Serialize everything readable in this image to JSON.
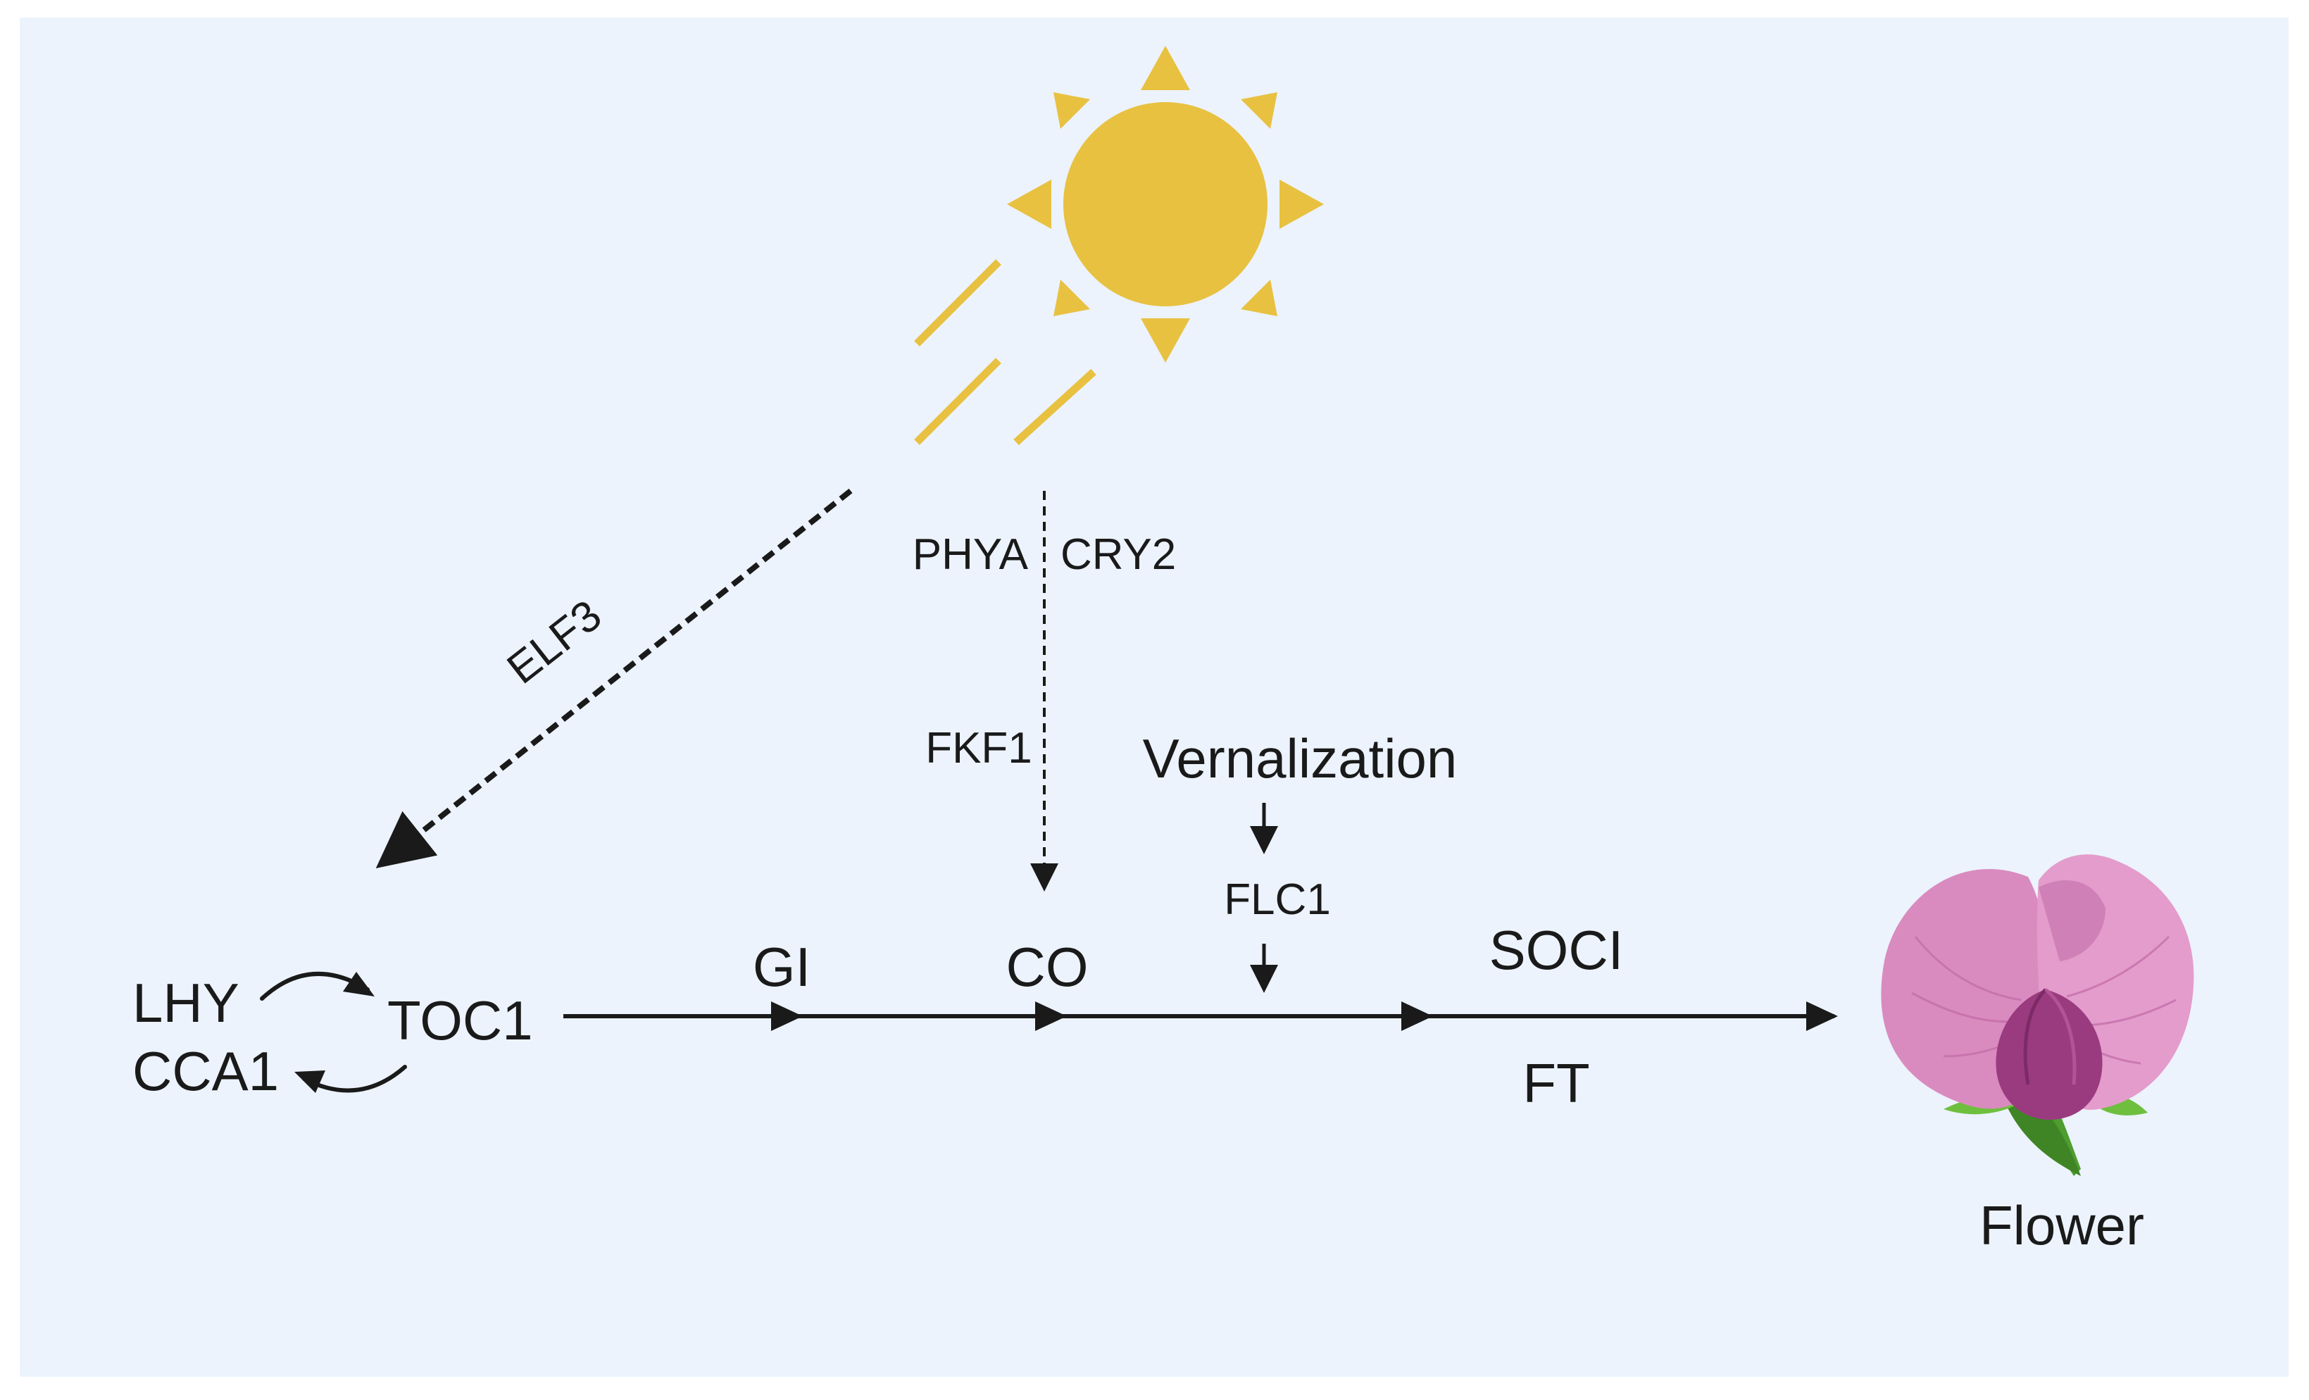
{
  "diagram": {
    "nodes": {
      "lhy": "LHY",
      "cca1": "CCA1",
      "toc1": "TOC1",
      "gi": "GI",
      "co": "CO",
      "soci": "SOCI",
      "ft": "FT",
      "flower": "Flower"
    },
    "regulators": {
      "elf3": "ELF3",
      "phya": "PHYA",
      "cry2": "CRY2",
      "fkf1": "FKF1",
      "vernalization": "Vernalization",
      "flc1": "FLC1"
    },
    "icons": {
      "sun": "sun-icon",
      "flower": "flower-icon"
    },
    "colors": {
      "background": "#ecf3fc",
      "sun": "#e8c141",
      "petal": "#d98bbf",
      "petal_dark": "#c06aa6",
      "bud": "#9a3b80",
      "stem": "#4e9d2f",
      "sepal": "#6fbf3f",
      "line": "#1a1a1a"
    }
  }
}
